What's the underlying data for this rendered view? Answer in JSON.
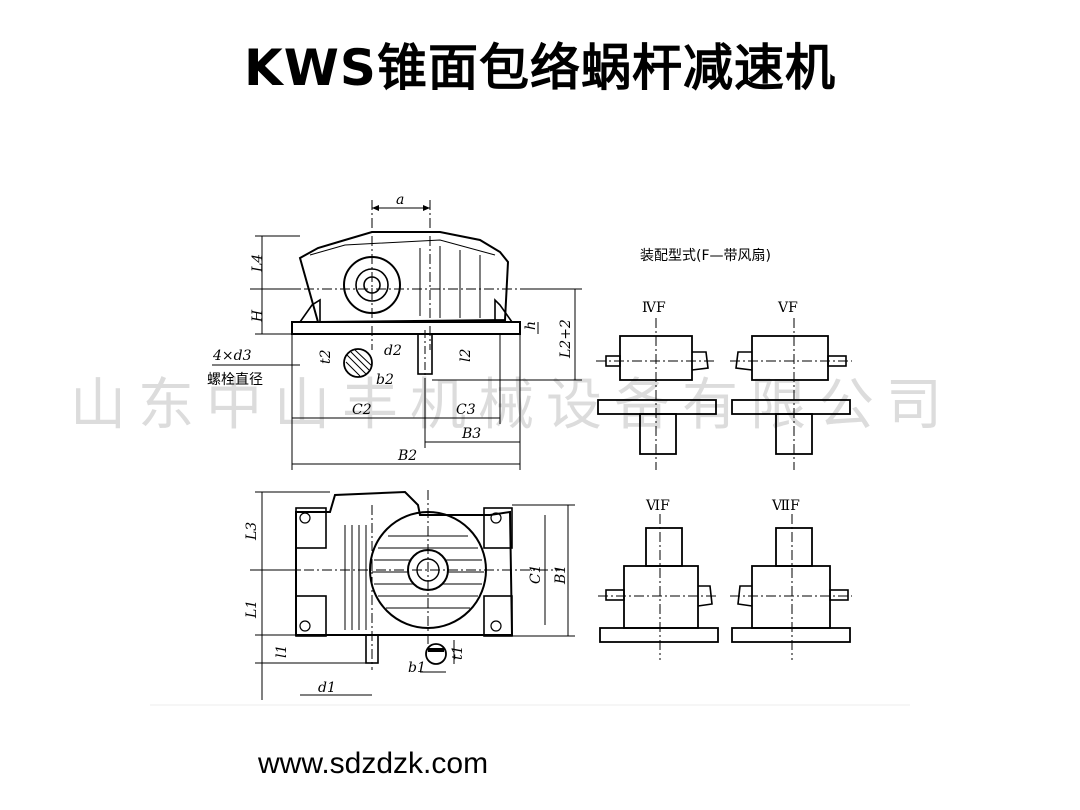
{
  "title": "KWS锥面包络蜗杆减速机",
  "watermark": "山东中山丰机械设备有限公司",
  "website": "www.sdzdzk.com",
  "assembly": {
    "heading": "装配型式(F—带风扇)",
    "forms": [
      "ⅣF",
      "ⅤF",
      "ⅥF",
      "ⅦF"
    ]
  },
  "dimension_labels": {
    "a": "a",
    "L4": "L4",
    "H": "H",
    "h": "h",
    "L2_plus_2": "L2+2",
    "four_d3": "4×d3",
    "bolt_hole": "螺栓直径",
    "t2": "t2",
    "d2": "d2",
    "b2": "b2",
    "l2": "l2",
    "C2": "C2",
    "C3": "C3",
    "B3": "B3",
    "B2": "B2",
    "L3": "L3",
    "L1": "L1",
    "l1": "l1",
    "C1": "C1",
    "B1": "B1",
    "b1": "b1",
    "t1": "t1",
    "d1": "d1"
  }
}
